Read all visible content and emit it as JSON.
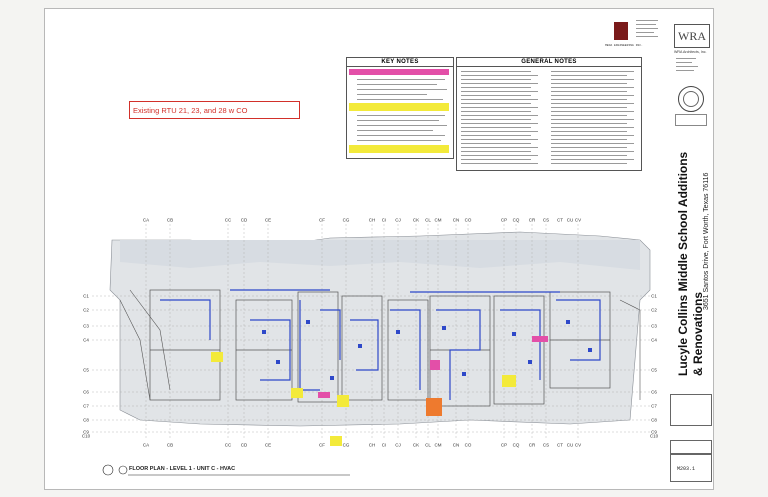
{
  "callout": {
    "text": "Existing RTU 21, 23, and 28 w CO"
  },
  "key_notes": {
    "title": "KEY NOTES"
  },
  "general_notes": {
    "title": "GENERAL NOTES"
  },
  "firm": {
    "engineer": "MEDA ENGINEERING INC.",
    "architect_logo": "WRA",
    "architect_name": "WRA Architects, Inc."
  },
  "project": {
    "name_line1": "Lucyle Collins Middle School Additions",
    "name_line2": "& Renovations",
    "address": "3651 Santos Drive, Fort Worth, Texas 76116"
  },
  "plan": {
    "title": "FLOOR PLAN - LEVEL 1 - UNIT C - HVAC",
    "drawing_number": "M203.1"
  },
  "grid": {
    "top": [
      "CA",
      "CB",
      "CC",
      "CD",
      "CE",
      "CF",
      "CG",
      "CH",
      "CI",
      "CJ",
      "CK",
      "CL",
      "CM",
      "CN",
      "CO",
      "CP",
      "CQ",
      "CR",
      "CS",
      "CT",
      "CU",
      "CV"
    ],
    "left": [
      "C1",
      "C2",
      "C3",
      "C4",
      "C5",
      "C6",
      "C7",
      "C8",
      "C9",
      "C10"
    ],
    "right": [
      "C1",
      "C2",
      "C3",
      "C4",
      "C5",
      "C6",
      "C7",
      "C8",
      "C9",
      "C10"
    ]
  },
  "colors": {
    "callout_red": "#d2302a",
    "duct_blue": "#2e48c9",
    "highlight_yellow": "#f3ea3a",
    "highlight_magenta": "#e34fa8",
    "highlight_orange": "#ee7a2e"
  }
}
